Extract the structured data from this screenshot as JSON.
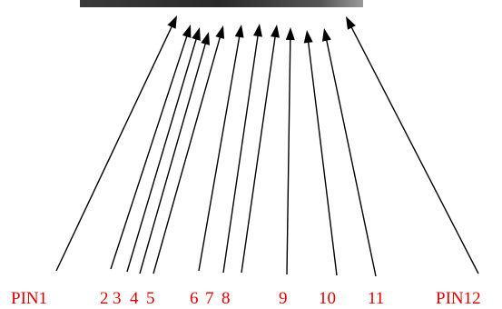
{
  "pins": [
    {
      "id": "pin1",
      "label": "PIN1"
    },
    {
      "id": "pin2",
      "label": "2"
    },
    {
      "id": "pin3",
      "label": "3"
    },
    {
      "id": "pin4",
      "label": "4"
    },
    {
      "id": "pin5",
      "label": "5"
    },
    {
      "id": "pin6",
      "label": "6"
    },
    {
      "id": "pin7",
      "label": "7"
    },
    {
      "id": "pin8",
      "label": "8"
    },
    {
      "id": "pin9",
      "label": "9"
    },
    {
      "id": "pin10",
      "label": "10"
    },
    {
      "id": "pin11",
      "label": "11"
    },
    {
      "id": "pin12",
      "label": "PIN12"
    }
  ],
  "colors": {
    "label": "#e00000",
    "arrow": "#000000",
    "connector_dark": "#2a2a2a",
    "connector_light": "#8a8a8a",
    "background": "#ffffff"
  }
}
